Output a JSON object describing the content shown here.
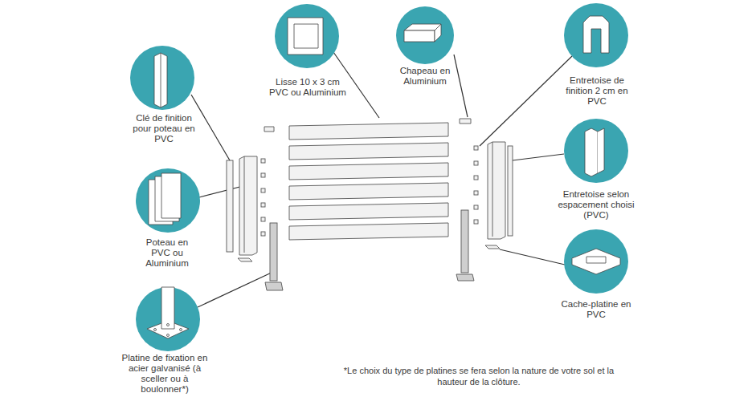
{
  "diagram": {
    "labels": [
      "Clé de finition pour poteau en PVC",
      "Lisse 10 x 3 cm PVC ou Aluminium",
      "Chapeau en Aluminium",
      "Entretoise de finition 2 cm en PVC",
      "Entretoise selon espacement choisi (PVC)",
      "Poteau en PVC ou Aluminium",
      "Cache-platine en PVC",
      "Platine de fixation en acier galvanisé (à sceller ou à boulonner*)",
      "*Le choix du type de platines se fera selon la nature de votre sol et la hauteur de la clôture."
    ]
  }
}
